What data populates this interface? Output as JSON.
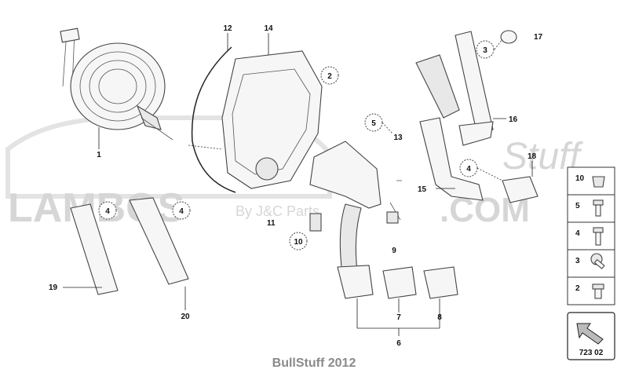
{
  "diagram": {
    "part_labels": {
      "p1": "1",
      "p2": "2",
      "p3": "3",
      "p4a": "4",
      "p4b": "4",
      "p4c": "4",
      "p5": "5",
      "p6": "6",
      "p7": "7",
      "p8": "8",
      "p9": "9",
      "p10": "10",
      "p11": "11",
      "p12": "12",
      "p13": "13",
      "p14": "14",
      "p15": "15",
      "p16": "16",
      "p17": "17",
      "p18": "18",
      "p19": "19",
      "p20": "20"
    },
    "legend_labels": [
      "10",
      "5",
      "4",
      "3",
      "2"
    ],
    "page_ref": "723 02",
    "watermark": {
      "brand": "LAMBOS",
      "com": ".COM",
      "script": "Stuff",
      "byline": "By J&C Parts"
    },
    "footer": "BullStuff 2012"
  }
}
